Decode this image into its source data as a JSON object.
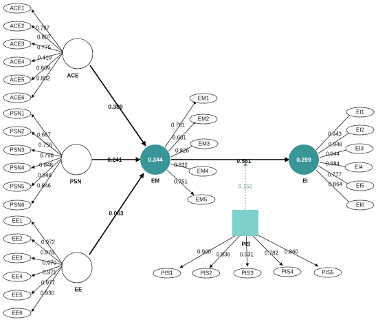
{
  "constructs": {
    "ACE": {
      "label": "ACE",
      "r2": ""
    },
    "PSN": {
      "label": "PSN",
      "r2": ""
    },
    "EE": {
      "label": "EE",
      "r2": ""
    },
    "EM": {
      "label": "EM",
      "r2": "0.344"
    },
    "EI": {
      "label": "EI",
      "r2": "0.299"
    },
    "PIS": {
      "label": "PIS",
      "r2": ""
    }
  },
  "indicators": {
    "ACE": [
      {
        "label": "ACE1",
        "loading": "0.797"
      },
      {
        "label": "ACE2",
        "loading": "0.807"
      },
      {
        "label": "ACE3",
        "loading": "0.775"
      },
      {
        "label": "ACE4",
        "loading": "0.410"
      },
      {
        "label": "ACE5",
        "loading": "0.609"
      },
      {
        "label": "ACE6",
        "loading": "0.802"
      }
    ],
    "PSN": [
      {
        "label": "PSN1",
        "loading": "0.667"
      },
      {
        "label": "PSN2",
        "loading": "0.756"
      },
      {
        "label": "PSN3",
        "loading": "0.795"
      },
      {
        "label": "PSN4",
        "loading": "0.848"
      },
      {
        "label": "PSN5",
        "loading": "0.846"
      },
      {
        "label": "PSN6",
        "loading": "0.846"
      }
    ],
    "EE": [
      {
        "label": "EE1",
        "loading": "0.972"
      },
      {
        "label": "EE2",
        "loading": "0.976"
      },
      {
        "label": "EE3",
        "loading": "0.970"
      },
      {
        "label": "EE4",
        "loading": "0.971"
      },
      {
        "label": "EE5",
        "loading": "0.977"
      },
      {
        "label": "EE6",
        "loading": "0.930"
      }
    ],
    "EM": [
      {
        "label": "EM1",
        "loading": "0.781"
      },
      {
        "label": "EM2",
        "loading": "0.601"
      },
      {
        "label": "EM3",
        "loading": "0.826"
      },
      {
        "label": "EM4",
        "loading": "0.832"
      },
      {
        "label": "EM5",
        "loading": "0.751"
      }
    ],
    "EI": [
      {
        "label": "EI1",
        "loading": "0.943"
      },
      {
        "label": "EI2",
        "loading": "0.948"
      },
      {
        "label": "EI3",
        "loading": "0.944"
      },
      {
        "label": "EI4",
        "loading": "0.684"
      },
      {
        "label": "EI5",
        "loading": "0.777"
      },
      {
        "label": "EI6",
        "loading": "0.864"
      }
    ],
    "PIS": [
      {
        "label": "PIS1",
        "loading": "0.900"
      },
      {
        "label": "PIS2",
        "loading": "0.936"
      },
      {
        "label": "PIS3",
        "loading": "0.931"
      },
      {
        "label": "PIS4",
        "loading": "0.782"
      },
      {
        "label": "PIS5",
        "loading": "0.860"
      }
    ]
  },
  "paths": {
    "ACE_EM": "0.389",
    "PSN_EM": "0.241",
    "EE_EM": "0.063",
    "EM_EI": "0.561",
    "PIS_moderation": "0.152"
  },
  "colors": {
    "endogenous_fill": "#3a9597",
    "moderator_fill": "#7fcfcd",
    "moderator_line": "#7a9a94"
  }
}
